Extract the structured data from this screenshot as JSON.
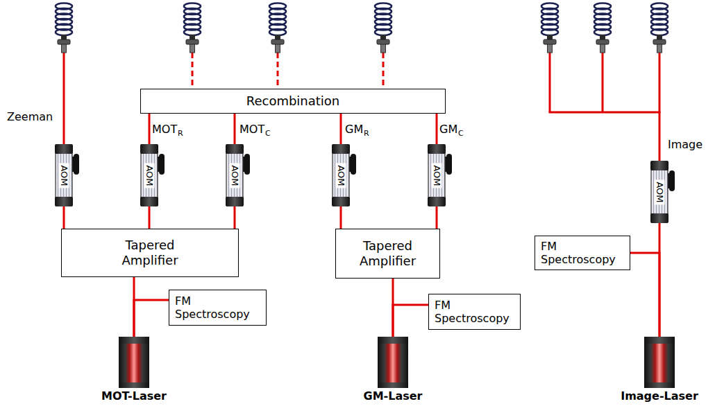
{
  "diagram": {
    "nodes": [
      {
        "text": [
          "Recombination"
        ]
      },
      {
        "text": [
          "AOM"
        ]
      },
      {
        "text": [
          "AOM"
        ]
      },
      {
        "text": [
          "AOM"
        ]
      },
      {
        "text": [
          "AOM"
        ]
      },
      {
        "text": [
          "AOM"
        ]
      },
      {
        "text": [
          "AOM"
        ]
      },
      {
        "text": [
          "FM Spectroscopy"
        ]
      },
      {
        "text": [
          "Tapered Amplifier"
        ]
      },
      {
        "text": [
          "Tapered Amplifier"
        ]
      },
      {
        "text": [
          "FM Spectroscopy"
        ]
      },
      {
        "text": [
          "FM Spectroscopy"
        ]
      },
      {
        "text": [
          "MOT-Laser"
        ]
      },
      {
        "text": [
          "GM-Laser"
        ]
      },
      {
        "text": [
          "Image-Laser"
        ]
      }
    ],
    "edges": [
      {
        "from": 12,
        "to": 8,
        "arrow": "none"
      },
      {
        "from": 12,
        "to": 10,
        "arrow": "none"
      },
      {
        "from": 8,
        "to": 1,
        "arrow": "none"
      },
      {
        "from": 8,
        "to": 2,
        "arrow": "none"
      },
      {
        "from": 8,
        "to": 3,
        "arrow": "none"
      },
      {
        "from": 2,
        "to": 0,
        "arrow": "none"
      },
      {
        "from": 3,
        "to": 0,
        "arrow": "none"
      },
      {
        "from": 13,
        "to": 9,
        "arrow": "none"
      },
      {
        "from": 13,
        "to": 11,
        "arrow": "none"
      },
      {
        "from": 9,
        "to": 4,
        "arrow": "none"
      },
      {
        "from": 9,
        "to": 5,
        "arrow": "none"
      },
      {
        "from": 4,
        "to": 0,
        "arrow": "none"
      },
      {
        "from": 5,
        "to": 0,
        "arrow": "none"
      },
      {
        "from": 14,
        "to": 6,
        "arrow": "none"
      },
      {
        "from": 14,
        "to": 7,
        "arrow": "none"
      }
    ],
    "labels": [
      "Zeeman",
      "MOT",
      "R",
      "MOT",
      "C",
      "GM",
      "R",
      "GM",
      "C",
      "Image"
    ]
  }
}
